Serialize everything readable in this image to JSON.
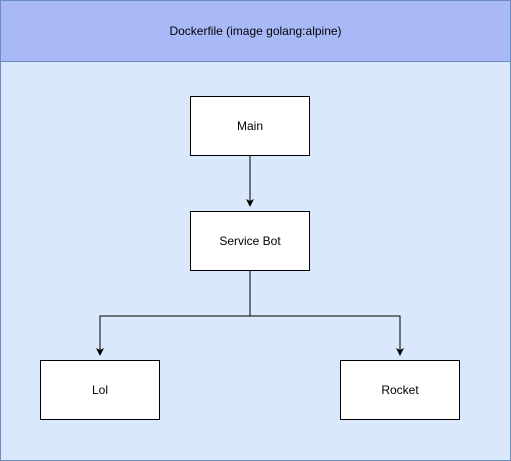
{
  "container": {
    "title": "Dockerfile (image golang:alpine)"
  },
  "nodes": {
    "main": "Main",
    "service_bot": "Service Bot",
    "lol": "Lol",
    "rocket": "Rocket"
  },
  "edges": [
    {
      "from": "Main",
      "to": "Service Bot"
    },
    {
      "from": "Service Bot",
      "to": "Lol"
    },
    {
      "from": "Service Bot",
      "to": "Rocket"
    }
  ],
  "colors": {
    "container_fill": "#dae8fc",
    "container_border": "#6c8ebf",
    "header_fill": "#a9b9f8",
    "node_fill": "#ffffff",
    "node_border": "#000000"
  }
}
